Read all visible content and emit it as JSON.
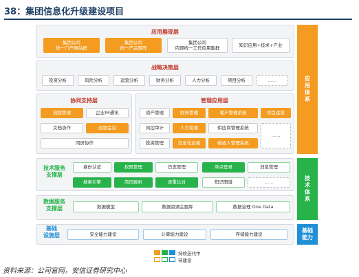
{
  "header": {
    "title": "38：集团信息化升级建设项目"
  },
  "app_layer": {
    "title": "应用展现层",
    "items": [
      "集团公司\n统一门户网站群",
      "集团公司\n统一产品矩阵",
      "集团公司\n内部统一工作应用集群",
      "知识应用+技术+产业"
    ]
  },
  "strategy_layer": {
    "title": "战略决策层",
    "items": [
      "投资分析",
      "风险分析",
      "运营分析",
      "财务分析",
      "人力分析",
      "项目分析",
      "……"
    ]
  },
  "collab_layer": {
    "title": "协同支持层",
    "items": [
      "流程管理",
      "企业IM通讯",
      "文档协作",
      "远程会议",
      "同屏协作"
    ]
  },
  "mgmt_layer": {
    "title": "管理应用层",
    "items": [
      "资产管理",
      "财务管理",
      "客户管理系统",
      "项目运营",
      "风控审计",
      "人力资源",
      "供应商管理系统",
      "投资管理",
      "信息化运维",
      "帷函人管理系统",
      "……"
    ]
  },
  "tech_layer": {
    "label": "技术服务\n支撑层",
    "items": [
      "身份认证",
      "权限管理",
      "日志管理",
      "单点登录",
      "消息管理",
      "搜索引擎",
      "简历解析",
      "查重比对",
      "知识图谱",
      "……"
    ]
  },
  "data_layer": {
    "label": "数据服务\n支撑层",
    "items": [
      "数据模型",
      "数据资源主题库",
      "数据治理 One Data"
    ]
  },
  "base_layer": {
    "label": "基础\n设施层",
    "items": [
      "安全能力建设",
      "计算能力建设",
      "存储能力建设"
    ]
  },
  "side": {
    "app_system": "应用体系",
    "tech_system": "技术体系",
    "base_capability": "基础\n能力"
  },
  "legend": {
    "continuous": "持续迭代中",
    "pending": "待建设"
  },
  "source": "资料来源：公司官网，安信证券研究中心",
  "colors": {
    "orange": "#f39c21",
    "green": "#27b34a",
    "blue": "#1f8fd6",
    "red_title": "#c0392b"
  }
}
